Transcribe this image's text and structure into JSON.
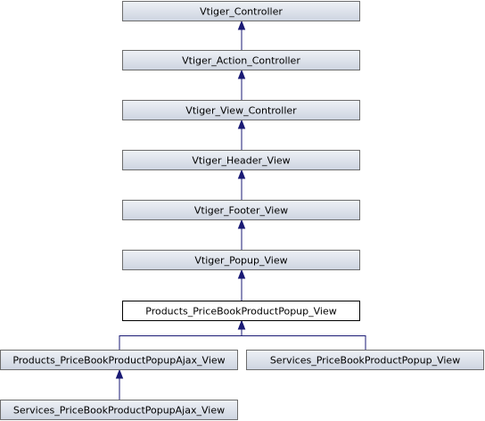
{
  "diagram": {
    "type": "inheritance-graph",
    "colors": {
      "node_fill_top": "#eef1f6",
      "node_fill_bottom": "#cdd4e0",
      "node_border": "#6c6c6c",
      "current_node_fill": "#ffffff",
      "current_node_border": "#000000",
      "edge": "#1a1a74"
    },
    "nodes": [
      {
        "id": "controller",
        "label": "Vtiger_Controller",
        "current": false
      },
      {
        "id": "action-controller",
        "label": "Vtiger_Action_Controller",
        "current": false
      },
      {
        "id": "view-controller",
        "label": "Vtiger_View_Controller",
        "current": false
      },
      {
        "id": "header-view",
        "label": "Vtiger_Header_View",
        "current": false
      },
      {
        "id": "footer-view",
        "label": "Vtiger_Footer_View",
        "current": false
      },
      {
        "id": "popup-view",
        "label": "Vtiger_Popup_View",
        "current": false
      },
      {
        "id": "products-pricebook-popup",
        "label": "Products_PriceBookProductPopup_View",
        "current": true
      },
      {
        "id": "products-pricebook-popup-ajax",
        "label": "Products_PriceBookProductPopupAjax_View",
        "current": false
      },
      {
        "id": "services-pricebook-popup",
        "label": "Services_PriceBookProductPopup_View",
        "current": false
      },
      {
        "id": "services-pricebook-popup-ajax",
        "label": "Services_PriceBookProductPopupAjax_View",
        "current": false
      }
    ],
    "edges": [
      {
        "from": "action-controller",
        "to": "controller"
      },
      {
        "from": "view-controller",
        "to": "action-controller"
      },
      {
        "from": "header-view",
        "to": "view-controller"
      },
      {
        "from": "footer-view",
        "to": "header-view"
      },
      {
        "from": "popup-view",
        "to": "footer-view"
      },
      {
        "from": "products-pricebook-popup",
        "to": "popup-view"
      },
      {
        "from": "products-pricebook-popup-ajax",
        "to": "products-pricebook-popup"
      },
      {
        "from": "services-pricebook-popup",
        "to": "products-pricebook-popup"
      },
      {
        "from": "services-pricebook-popup-ajax",
        "to": "products-pricebook-popup-ajax"
      }
    ]
  }
}
